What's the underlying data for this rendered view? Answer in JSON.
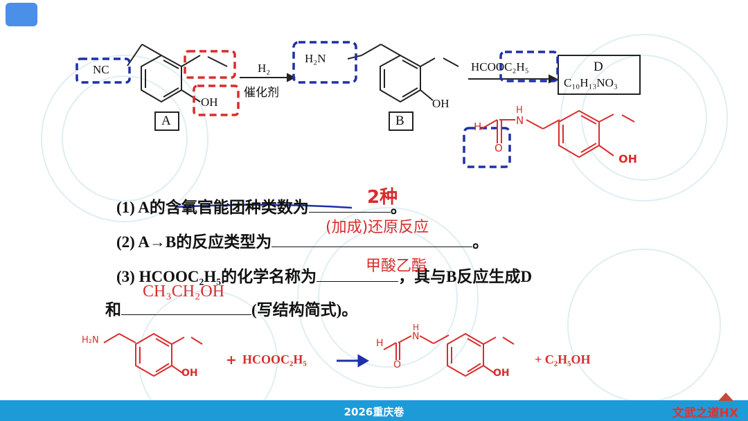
{
  "diagram": {
    "compound_a_label": "A",
    "compound_b_label": "B",
    "group_nc": "NC",
    "group_oh": "OH",
    "group_h2n": "H₂N",
    "arrow1_reagent": "H₂",
    "arrow1_condition": "催化剂",
    "arrow2_reagent": "HCOOC₂H₅",
    "product_d_label": "D",
    "product_d_formula": "C₁₀H₁₃NO₃",
    "amide_h": "H",
    "amide_o": "O",
    "amide_nh": "H",
    "amide_n": "N"
  },
  "questions": {
    "q1_prefix": "(1)  A的含氧官能团种类数为",
    "q1_suffix": "。",
    "q2_prefix": "(2)  A→B的反应类型为",
    "q2_suffix": "。",
    "q3_prefix": "(3)  HCOOC₂H₅的化学名称为",
    "q3_suffix": "，其与B反应生成D",
    "q3_line2_prefix": "和",
    "q3_line2_suffix": "(写结构简式)。"
  },
  "answers": {
    "a1": "2种",
    "a2": "(加成)还原反应",
    "a3": "甲酸乙酯",
    "a4": "CH₃CH₂OH"
  },
  "equation": {
    "reactant_h2n": "H₂N",
    "reactant_oh": "OH",
    "plus1": "+",
    "reagent": "HCOOC₂H₅",
    "product_h": "H",
    "product_nh": "H",
    "product_n": "N",
    "product_o": "O",
    "product_oh": "OH",
    "plus2": "+ C₂H₅OH"
  },
  "footer": {
    "title": "2026重庆卷",
    "brand": "文武之道HX"
  },
  "colors": {
    "accent_blue": "#1d9bd8",
    "answer_red": "#d92c2c",
    "highlight_blue": "#1f2fa8"
  }
}
